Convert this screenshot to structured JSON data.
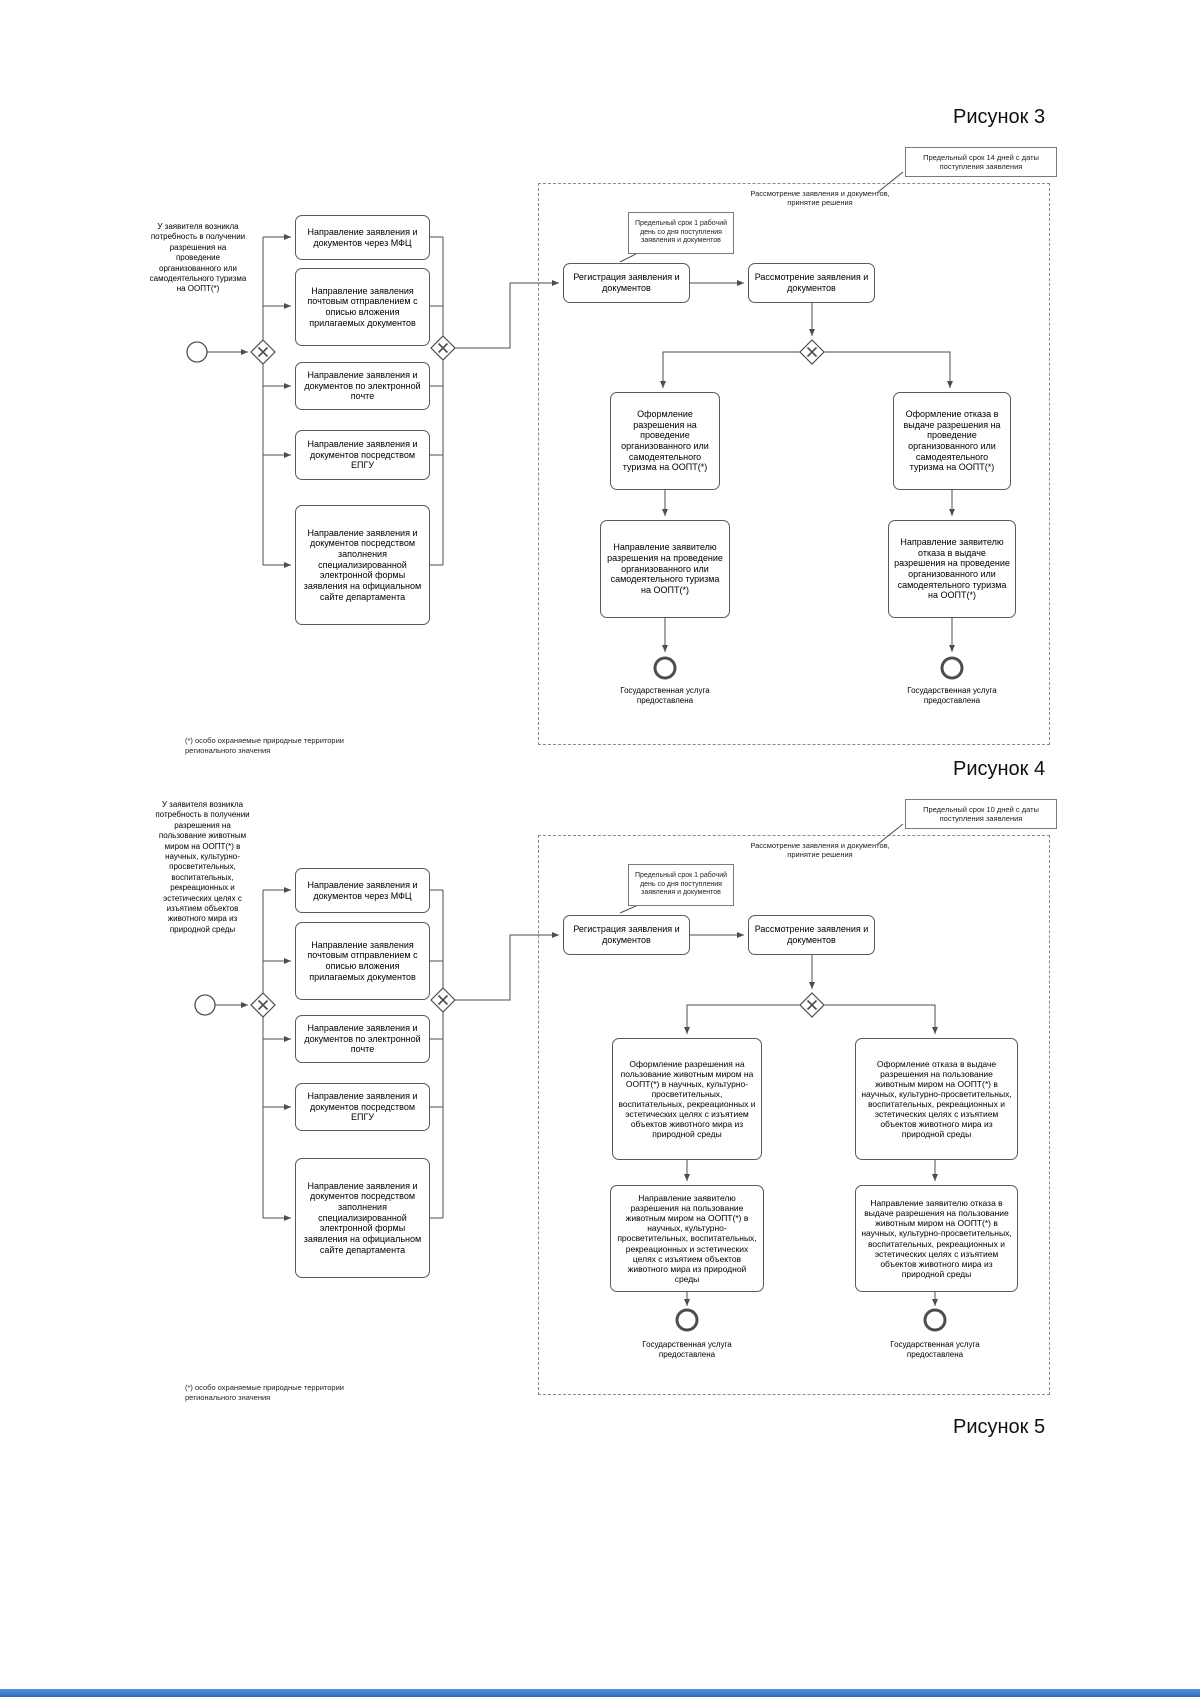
{
  "figures": {
    "fig3": "Рисунок 3",
    "fig4": "Рисунок 4",
    "fig5": "Рисунок 5"
  },
  "footnote": "(*) особо охраняемые природные территории регионального значения",
  "diagram1": {
    "start_text": "У заявителя возникла потребность в получении разрешения на проведение организованного или самодеятельного туризма на ООПТ(*)",
    "deadline_note": "Предельный срок 14 дней с даты поступления заявления",
    "container_title": "Рассмотрение заявления и документов, принятие решения",
    "registration_note": "Предельный срок 1 рабочий день со дня поступления заявления и документов",
    "channels": [
      "Направление заявления и документов через МФЦ",
      "Направление заявления почтовым отправлением с описью вложения прилагаемых документов",
      "Направление заявления и документов по электронной почте",
      "Направление заявления и документов посредством ЕПГУ",
      "Направление заявления и документов посредством заполнения специализированной электронной формы заявления на официальном сайте департамента"
    ],
    "registration": "Регистрация заявления и документов",
    "review": "Рассмотрение заявления и документов",
    "approve": "Оформление разрешения на проведение организованного или самодеятельного туризма на ООПТ(*)",
    "approve_send": "Направление заявителю разрешения на проведение организованного или самодеятельного туризма на ООПТ(*)",
    "reject": "Оформление отказа в выдаче разрешения на проведение организованного или самодеятельного туризма на ООПТ(*)",
    "reject_send": "Направление заявителю отказа в выдаче разрешения на проведение организованного или самодеятельного туризма на ООПТ(*)",
    "end_label": "Государственная услуга предоставлена"
  },
  "diagram2": {
    "start_text": "У заявителя возникла потребность в получении разрешения на пользование животным миром на ООПТ(*) в научных, культурно-просветительных, воспитательных, рекреационных и эстетических целях с изъятием объектов животного мира из природной среды",
    "deadline_note": "Предельный срок 10 дней с даты поступления заявления",
    "container_title": "Рассмотрение заявления и документов, принятие решения",
    "registration_note": "Предельный срок 1 рабочий день со дня поступления заявления и документов",
    "channels": [
      "Направление заявления и документов через МФЦ",
      "Направление заявления почтовым отправлением с описью вложения прилагаемых документов",
      "Направление заявления и документов по электронной почте",
      "Направление заявления и документов посредством ЕПГУ",
      "Направление заявления и документов посредством заполнения специализированной электронной формы заявления на официальном сайте департамента"
    ],
    "registration": "Регистрация заявления и документов",
    "review": "Рассмотрение заявления и документов",
    "approve": "Оформление разрешения на пользование животным миром на ООПТ(*) в научных, культурно-просветительных, воспитательных, рекреационных и эстетических целях с изъятием объектов животного мира из природной среды",
    "approve_send": "Направление заявителю разрешения на пользование животным миром на ООПТ(*) в научных, культурно-просветительных, воспитательных, рекреационных и эстетических целях с изъятием объектов животного мира из природной среды",
    "reject": "Оформление отказа в выдаче разрешения на пользование животным миром на ООПТ(*) в научных, культурно-просветительных, воспитательных, рекреационных и эстетических целях с изъятием объектов животного мира из природной среды",
    "reject_send": "Направление заявителю отказа в выдаче разрешения на пользование животным миром на ООПТ(*) в научных, культурно-просветительных, воспитательных, рекреационных и эстетических целях с изъятием объектов животного мира из природной среды",
    "end_label": "Государственная услуга предоставлена"
  }
}
